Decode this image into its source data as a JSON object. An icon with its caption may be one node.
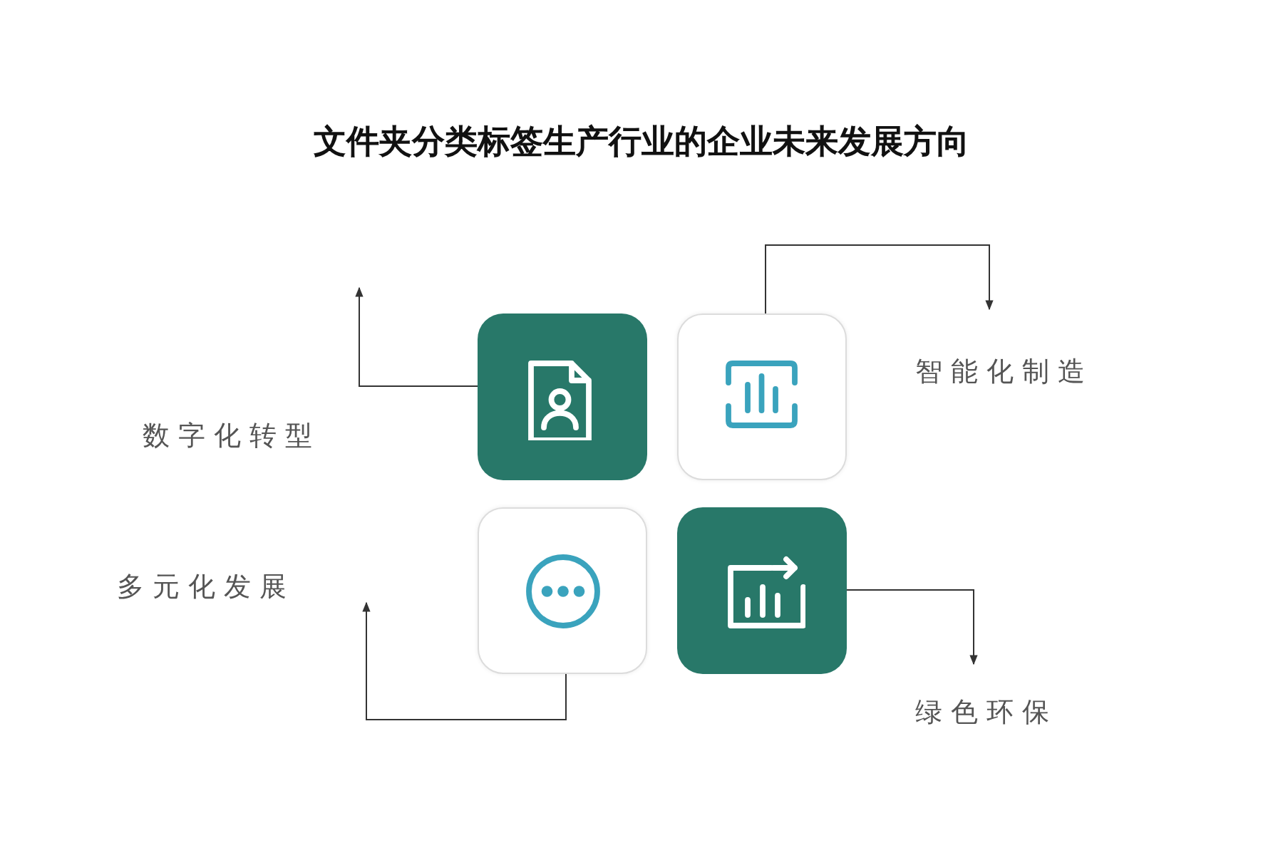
{
  "diagram": {
    "title": "文件夹分类标签生产行业的企业未来发展方向",
    "nodes": [
      {
        "text": [],
        "shape": "box"
      },
      {
        "text": [],
        "shape": "box"
      },
      {
        "text": [],
        "shape": "box"
      },
      {
        "text": [],
        "shape": "box"
      }
    ],
    "edges": [
      {
        "from": 0,
        "to": null,
        "arrow": "to"
      },
      {
        "from": 1,
        "to": null,
        "arrow": "to"
      },
      {
        "from": 2,
        "to": null,
        "arrow": "to"
      },
      {
        "from": 3,
        "to": null,
        "arrow": "to"
      }
    ],
    "labels": [
      "数字化转型",
      "智能化制造",
      "多元化发展",
      "绿色环保"
    ]
  }
}
